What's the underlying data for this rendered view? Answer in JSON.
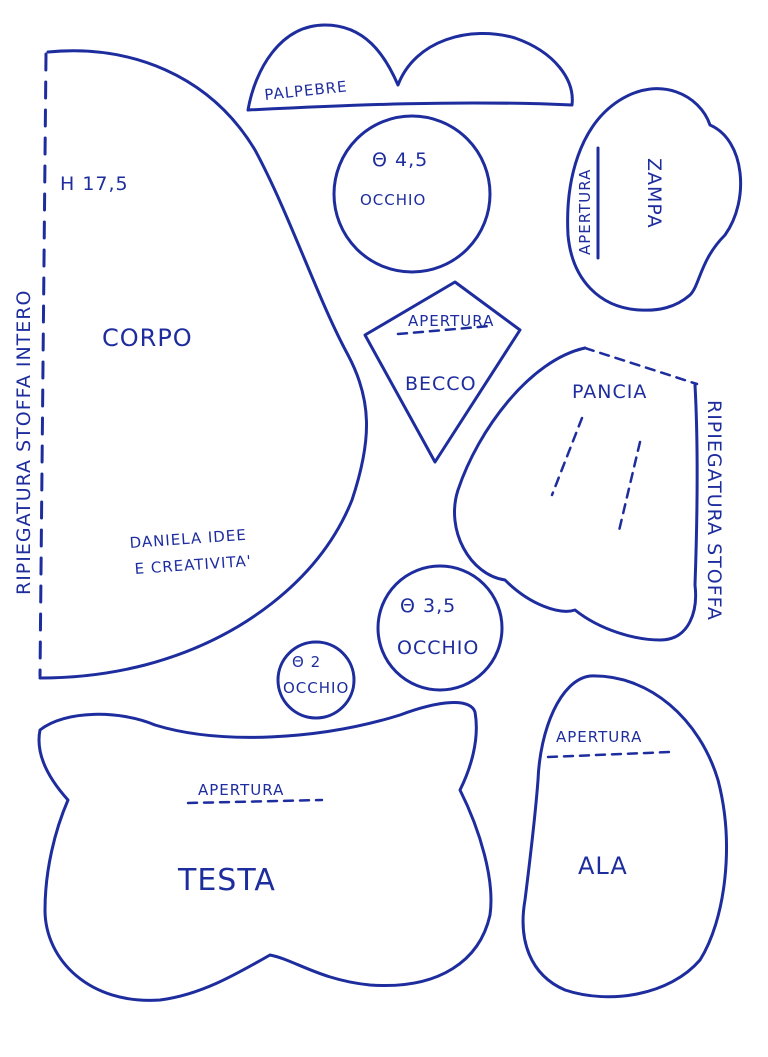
{
  "colors": {
    "ink": "#1e2d9e",
    "paper": "#ffffff"
  },
  "labels": {
    "body_height": "H 17,5",
    "body": "CORPO",
    "fold_whole": "RIPIEGATURA STOFFA INTERO",
    "credit_line1": "DANIELA IDEE",
    "credit_line2": "E CREATIVITA'",
    "eyelids": "PALPEBRE",
    "eye_large_size": "Θ 4,5",
    "eye_large": "OCCHIO",
    "foot": "ZAMPA",
    "foot_opening": "APERTURA",
    "beak_opening": "APERTURA",
    "beak": "BECCO",
    "belly": "PANCIA",
    "fold": "RIPIEGATURA STOFFA",
    "eye_medium_size": "Θ 3,5",
    "eye_medium": "OCCHIO",
    "eye_small_size": "Θ 2",
    "eye_small": "OCCHIO",
    "head_opening": "APERTURA",
    "head": "TESTA",
    "wing_opening": "APERTURA",
    "wing": "ALA"
  }
}
